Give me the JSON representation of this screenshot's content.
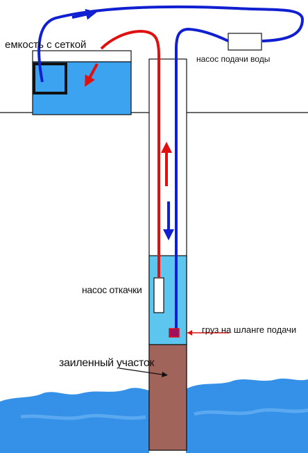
{
  "labels": {
    "tank_with_mesh": "емкость с сеткой",
    "feed_pump": "насос подачи воды",
    "drain_pump": "насос откачки",
    "hose_weight": "груз на шланге подачи",
    "silted_section": "заиленный участок"
  },
  "colors": {
    "water": "#3ba3f0",
    "well_water": "#5cc6ee",
    "silt": "#a0645a",
    "ground_water": "#3590e8",
    "feed_line": "#1020d0",
    "return_line": "#e01010",
    "outline": "#111111"
  },
  "icons": {
    "flow_up": "red-arrow-up",
    "flow_down": "blue-arrow-down",
    "discharge_into_tank": "red-arrow-down-left",
    "feed_direction": "blue-arrow-right"
  }
}
